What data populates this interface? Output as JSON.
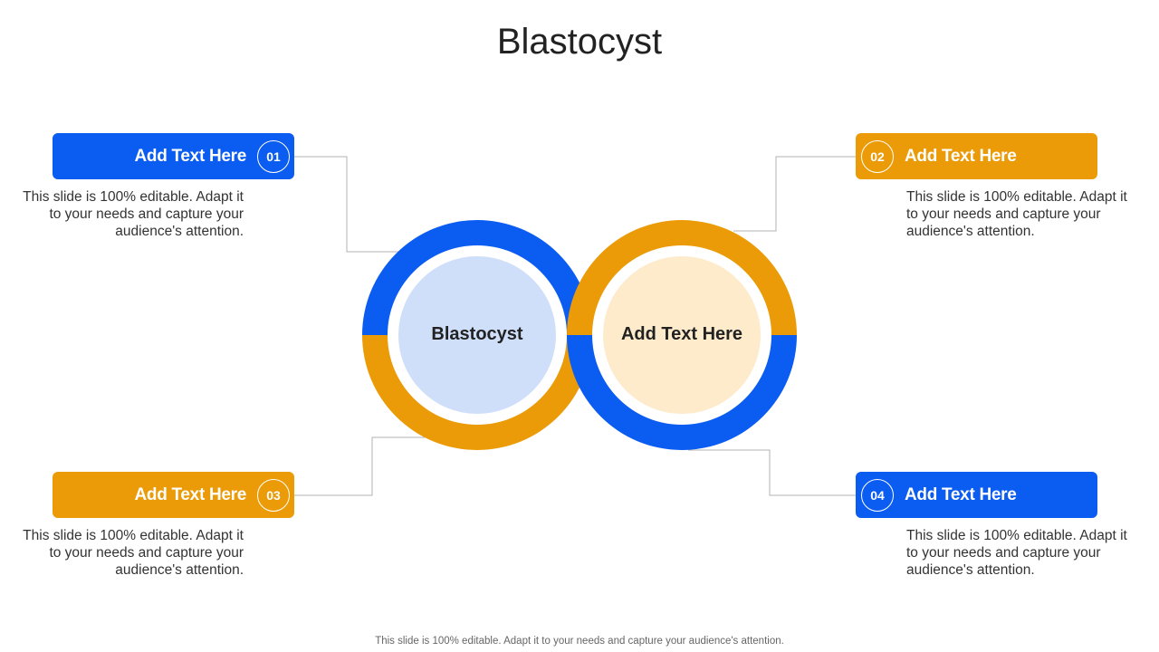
{
  "slide": {
    "title": "Blastocyst",
    "footer": "This slide is 100% editable. Adapt it to your needs and capture your audience's attention."
  },
  "colors": {
    "blue": "#0b5cf0",
    "orange": "#eb9b07",
    "light_blue": "#cfdffa",
    "light_orange": "#fdebcc",
    "connector": "#b3b3b3"
  },
  "center": {
    "left_label": "Blastocyst",
    "right_label": "Add Text Here"
  },
  "items": [
    {
      "number": "01",
      "label": "Add Text Here",
      "color": "blue",
      "text": "This slide is 100% editable. Adapt it to your needs and capture your audience's attention."
    },
    {
      "number": "02",
      "label": "Add Text Here",
      "color": "orange",
      "text": "This slide is 100% editable. Adapt it to your needs and capture your audience's attention."
    },
    {
      "number": "03",
      "label": "Add Text Here",
      "color": "orange",
      "text": "This slide is 100% editable. Adapt it to your needs and capture your audience's attention."
    },
    {
      "number": "04",
      "label": "Add Text Here",
      "color": "blue",
      "text": "This slide is 100% editable. Adapt it to your needs and capture your audience's attention."
    }
  ]
}
